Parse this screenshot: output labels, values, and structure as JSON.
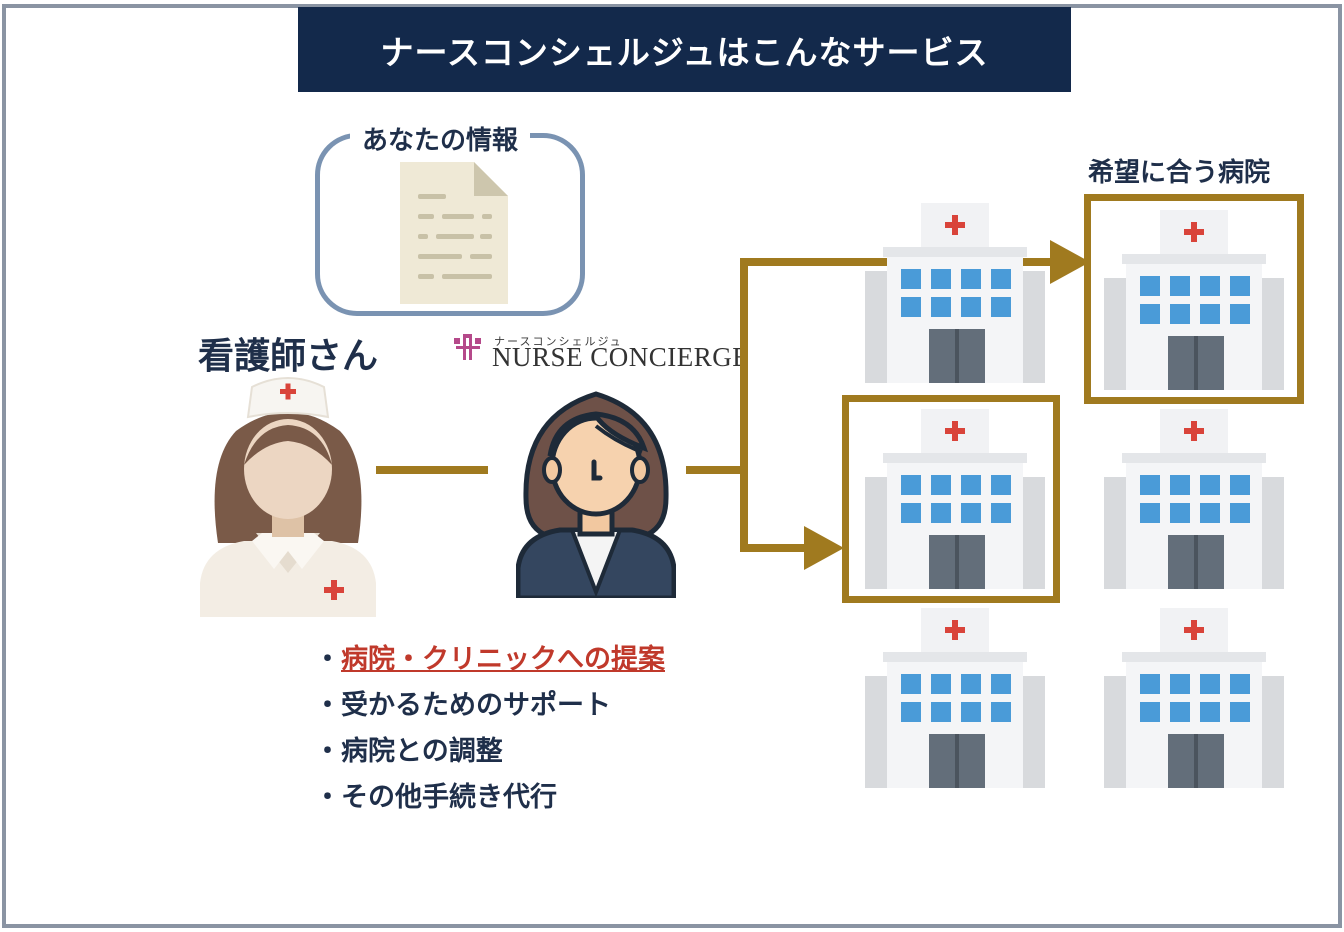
{
  "title": "ナースコンシェルジュはこんなサービス",
  "info_box": {
    "label": "あなたの情報",
    "icon": "document-icon"
  },
  "nurse": {
    "label": "看護師さん",
    "icon": "nurse-icon"
  },
  "concierge": {
    "logo_sub": "ナースコンシェルジュ",
    "logo_text": "NURSE CONCIERGE",
    "icon": "consultant-icon"
  },
  "hospitals": {
    "match_label": "希望に合う病院",
    "icon": "hospital-icon"
  },
  "services": [
    {
      "text": "病院・クリニックへの提案"
    },
    {
      "text": "受かるためのサポート"
    },
    {
      "text": "病院との調整"
    },
    {
      "text": "その他手続き代行"
    }
  ],
  "bullet": "・",
  "colors": {
    "title_bg": "#13294b",
    "accent_line": "#a07a1f",
    "highlight_text": "#c0392b",
    "info_border": "#7a93b2",
    "frame": "#8a94a3"
  }
}
